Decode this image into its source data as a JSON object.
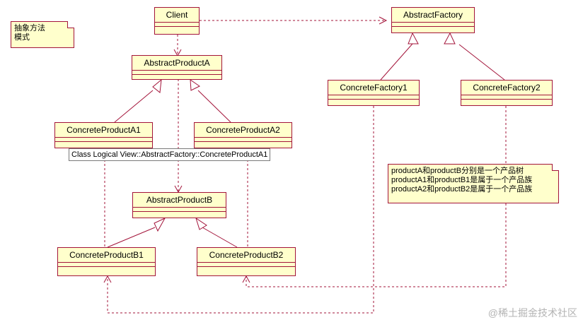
{
  "classes": {
    "client": "Client",
    "abstract_factory": "AbstractFactory",
    "abstract_product_a": "AbstractProductA",
    "concrete_factory_1": "ConcreteFactory1",
    "concrete_factory_2": "ConcreteFactory2",
    "concrete_product_a1": "ConcreteProductA1",
    "concrete_product_a2": "ConcreteProductA2",
    "abstract_product_b": "AbstractProductB",
    "concrete_product_b1": "ConcreteProductB1",
    "concrete_product_b2": "ConcreteProductB2"
  },
  "notes": {
    "pattern_title": [
      "抽象方法",
      "模式"
    ],
    "explanation": [
      "productA和productB分别是一个产品树",
      "productA1和productB1是属于一个产品族",
      "productA2和productB2是属于一个产品族"
    ]
  },
  "tooltip": "Class Logical View::AbstractFactory::ConcreteProductA1",
  "watermark": "@稀土掘金技术社区",
  "colors": {
    "line": "#a3143a",
    "fill": "#ffffcc",
    "watermark": "#b3b3b3"
  }
}
